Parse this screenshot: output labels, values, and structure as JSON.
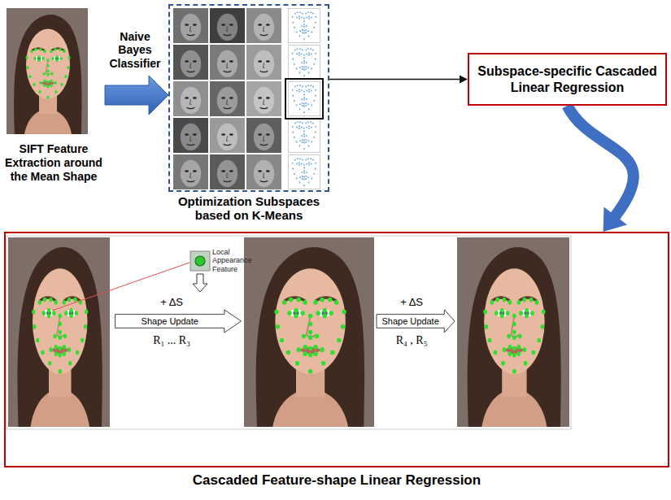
{
  "diagram": {
    "nodes": [
      {
        "text": [
          "SIFT Feature Extraction around the Mean Shape"
        ]
      },
      {
        "text": [
          "Optimization Subspaces based on K-Means"
        ]
      },
      {
        "text": [
          "Subspace-specific Cascaded Linear Regression"
        ]
      },
      {
        "text": [
          "Cascaded Feature-shape Linear Regression"
        ]
      },
      {
        "text": [
          "+ ΔS",
          "Shape Update",
          "R₁ ... R₃"
        ],
        "in": 3
      },
      {
        "text": [
          "+ ΔS",
          "Shape Update",
          "R₄ , R₅"
        ],
        "in": 3
      }
    ],
    "edges": [
      {
        "from": 0,
        "to": 1,
        "label": "Naive Bayes Classifier",
        "arrow": "to"
      },
      {
        "from": 1,
        "to": 2,
        "arrow": "to"
      },
      {
        "from": 2,
        "to": 3,
        "arrow": "to"
      }
    ],
    "labels": [
      "Local Appearance Feature"
    ]
  }
}
